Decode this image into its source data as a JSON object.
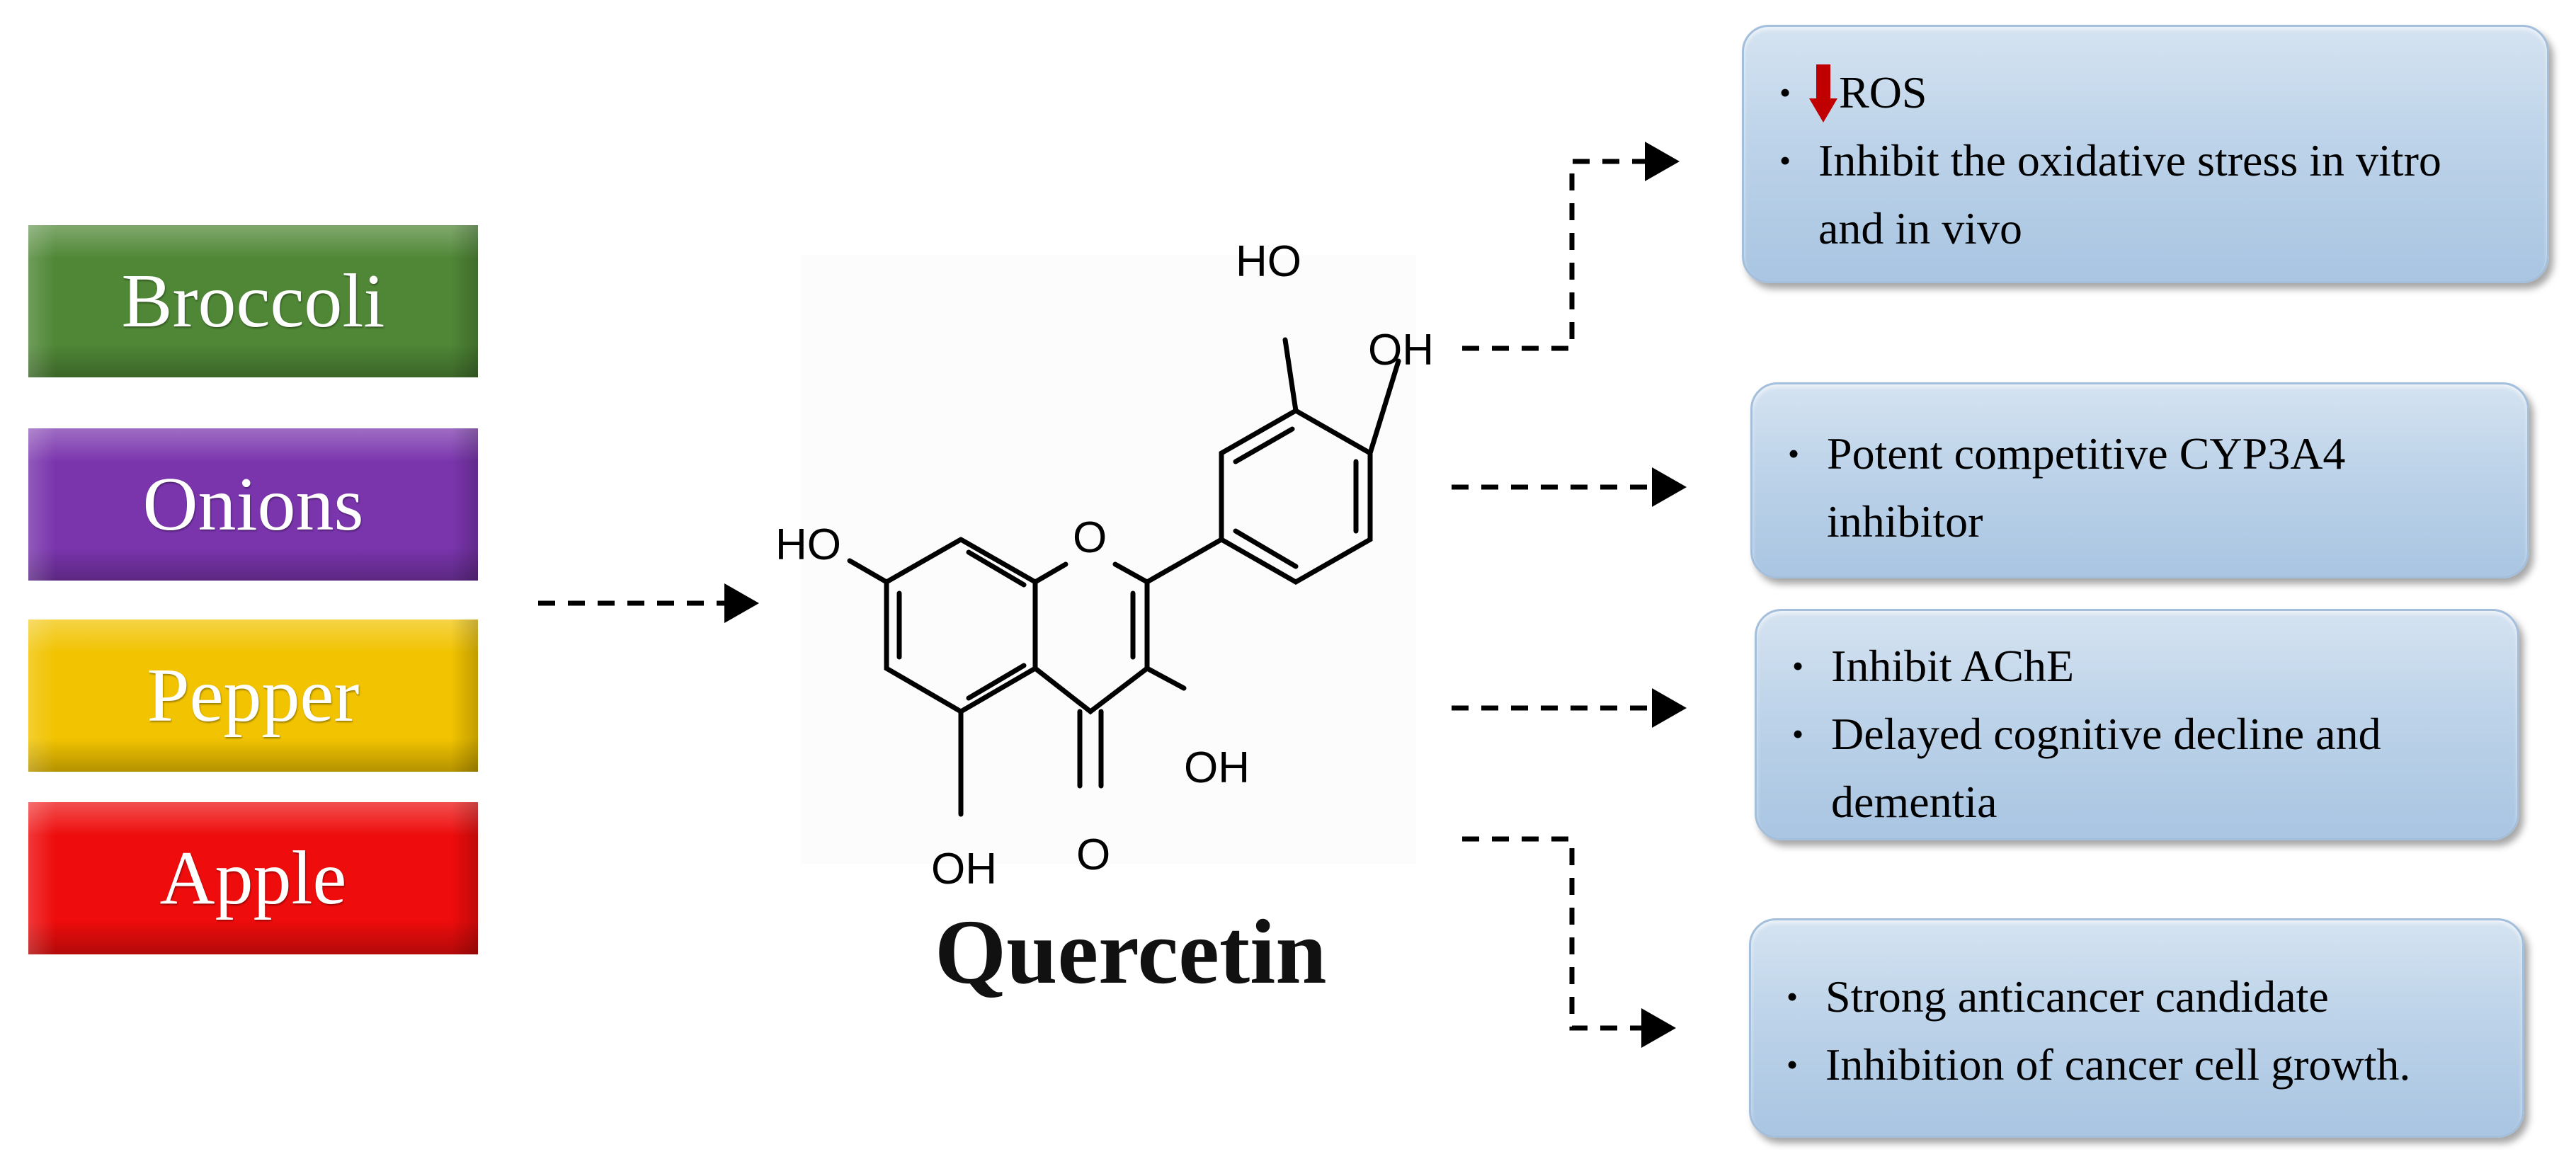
{
  "sources": [
    {
      "id": "broccoli",
      "label": "Broccoli",
      "color": "#4f8736"
    },
    {
      "id": "onions",
      "label": "Onions",
      "color": "#7a35ad"
    },
    {
      "id": "pepper",
      "label": "Pepper",
      "color": "#f1c300"
    },
    {
      "id": "apple",
      "label": "Apple",
      "color": "#ee0c0c"
    }
  ],
  "compound": {
    "name": "Quercetin",
    "atoms": {
      "ho_top": "HO",
      "oh_right": "OH",
      "ho_left": "HO",
      "ring_o": "O",
      "oh_mid": "OH",
      "oh_bottom": "OH",
      "keto_o": "O"
    }
  },
  "effects": [
    {
      "items": [
        "ROS",
        "Inhibit the oxidative stress in vitro",
        "and in vivo"
      ],
      "first_item_marker": "down-arrow",
      "marker_color": "#c00000"
    },
    {
      "items": [
        "Potent competitive CYP3A4",
        "inhibitor"
      ]
    },
    {
      "items": [
        "Inhibit AChE",
        "Delayed cognitive decline and",
        "dementia"
      ]
    },
    {
      "items": [
        "Strong anticancer candidate",
        "Inhibition of cancer cell growth."
      ]
    }
  ],
  "colors": {
    "box_fill": "#bdd3e9",
    "box_border": "#a4bfdc",
    "arrow": "#000000"
  }
}
